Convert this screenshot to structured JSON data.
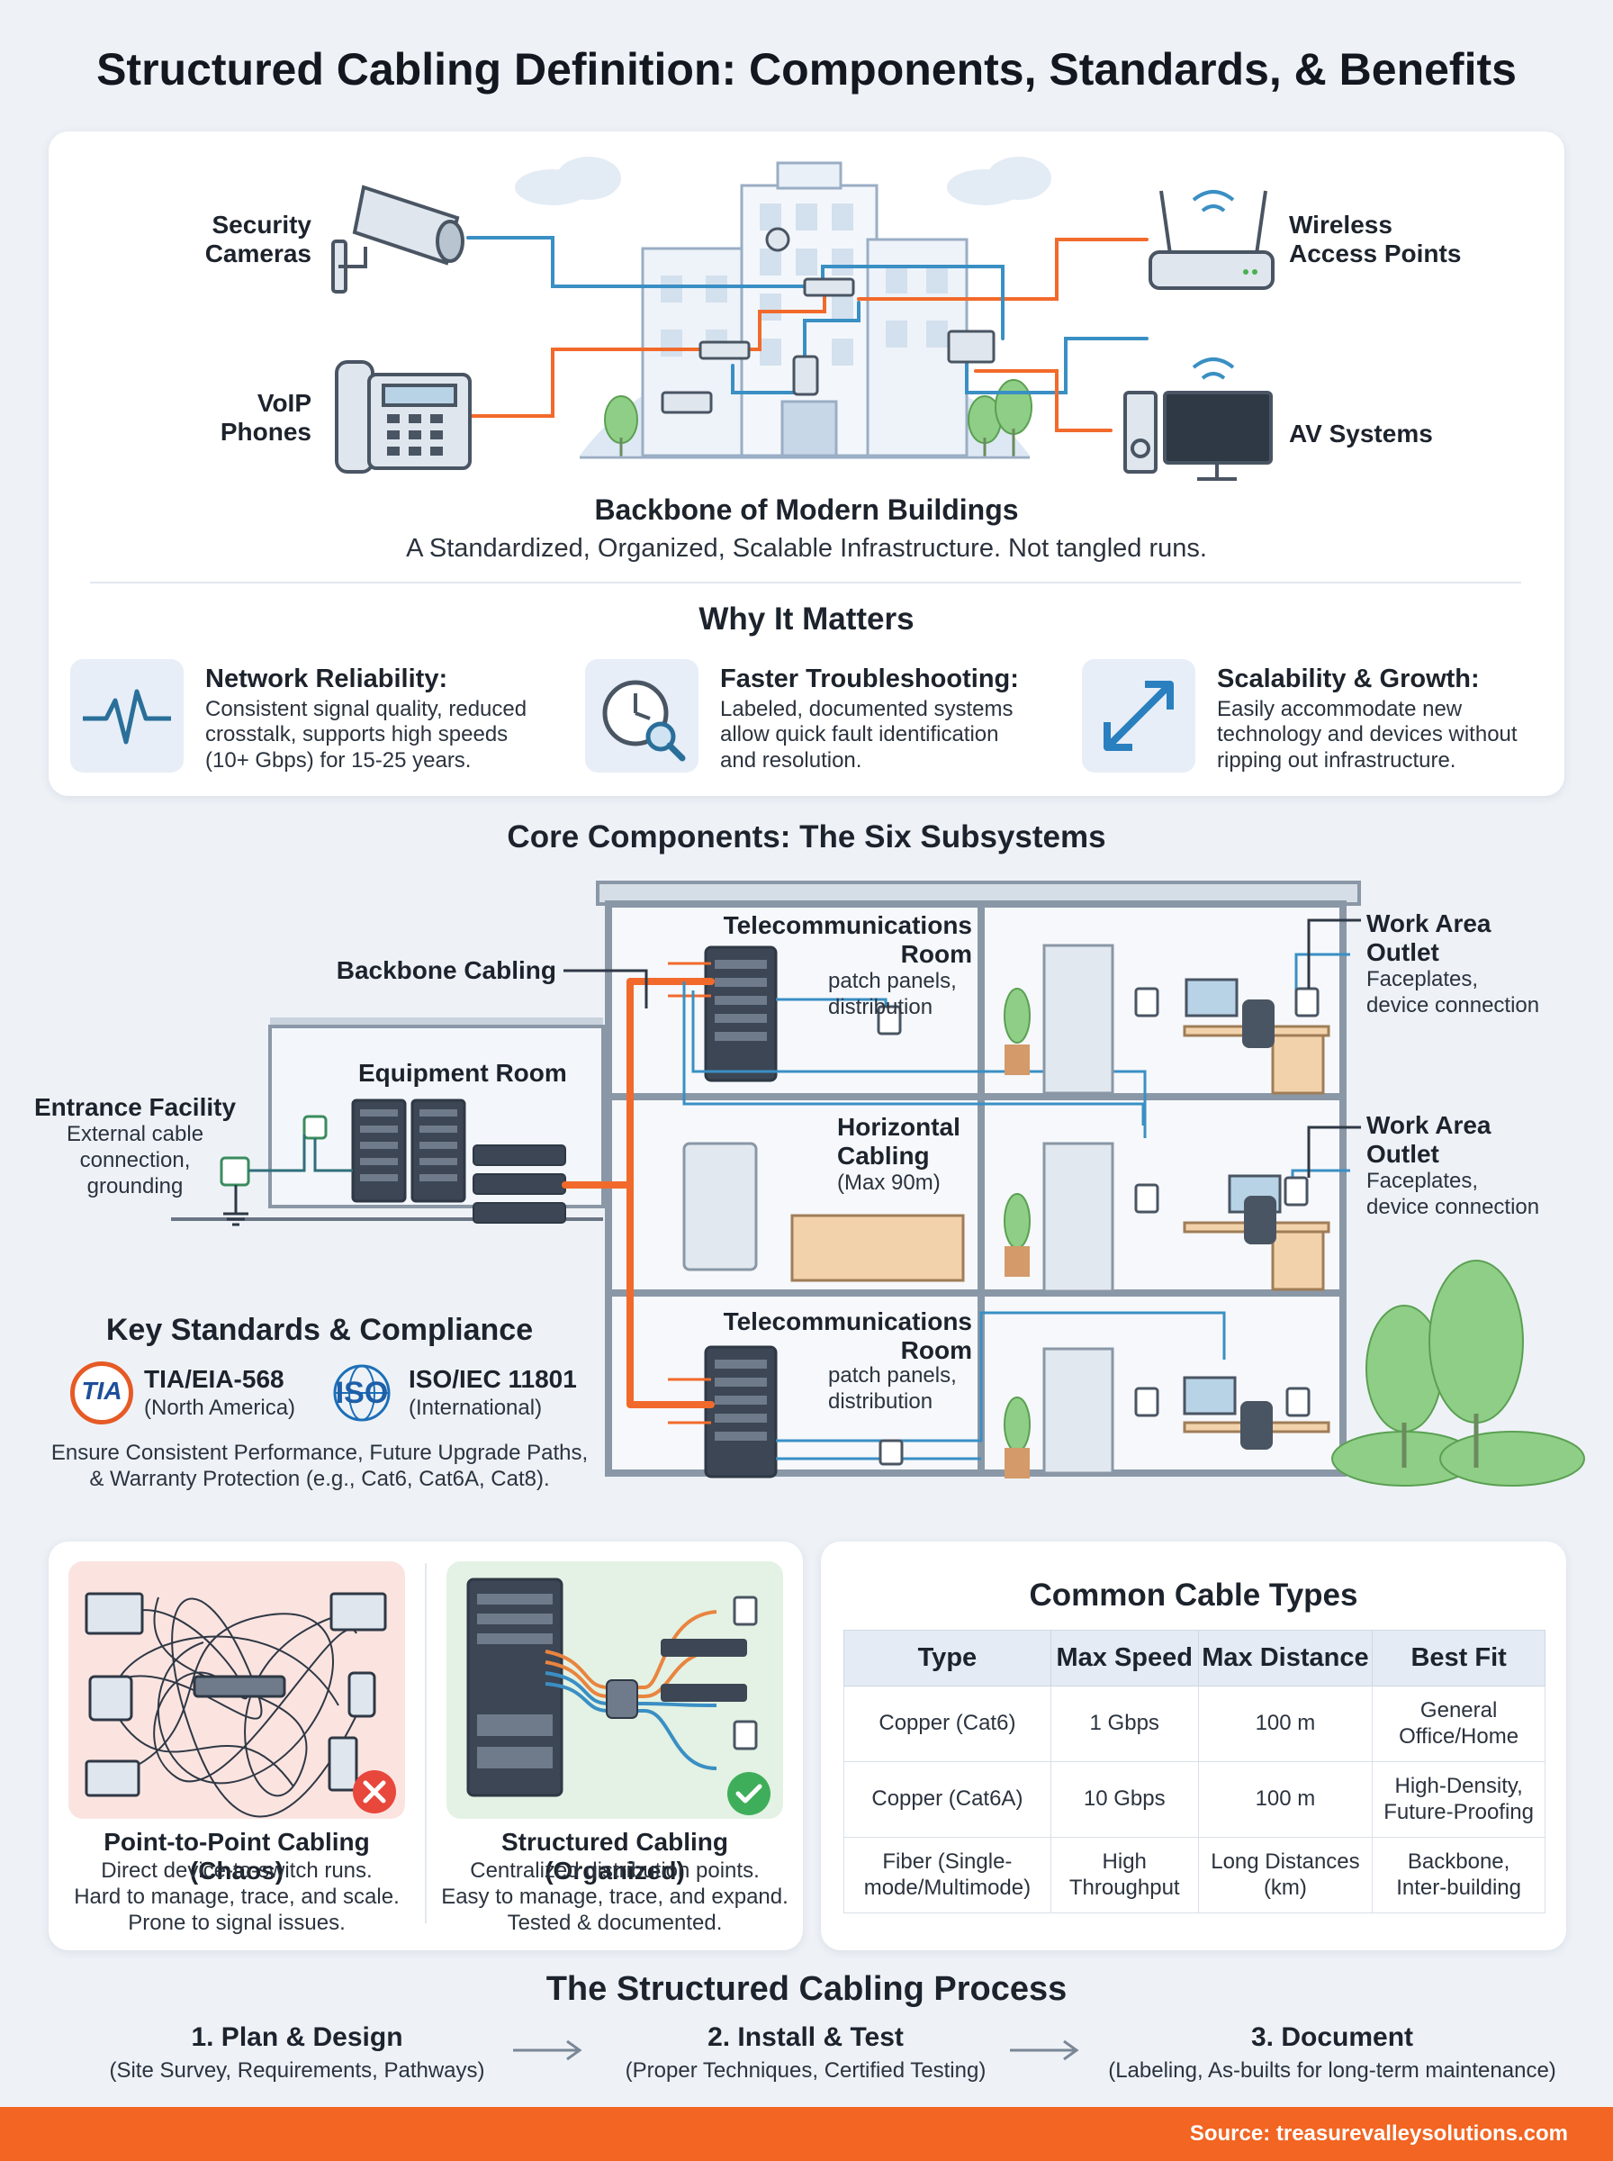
{
  "title": "Structured Cabling Definition: Components, Standards, & Benefits",
  "overview": {
    "devices": {
      "security_cameras": "Security\nCameras",
      "voip_phones": "VoIP\nPhones",
      "wireless_ap": "Wireless\nAccess Points",
      "av_systems": "AV Systems"
    },
    "heading": "Backbone of Modern Buildings",
    "tagline": "A Standardized, Organized, Scalable Infrastructure. Not tangled runs.",
    "colors": {
      "orange": "#f26a2b",
      "blue": "#3a8fc4"
    }
  },
  "why": {
    "heading": "Why It Matters",
    "items": [
      {
        "icon": "heartbeat-icon",
        "title": "Network Reliability:",
        "desc": "Consistent signal quality, reduced\ncrosstalk, supports high speeds\n(10+ Gbps) for 15-25 years."
      },
      {
        "icon": "clock-magnifier-icon",
        "title": "Faster Troubleshooting:",
        "desc": "Labeled, documented systems\nallow quick fault identification\nand resolution."
      },
      {
        "icon": "expand-arrows-icon",
        "title": "Scalability & Growth:",
        "desc": "Easily accommodate new\ntechnology and devices without\nripping out infrastructure."
      }
    ]
  },
  "core": {
    "heading": "Core Components: The Six Subsystems",
    "backbone_cabling": "Backbone Cabling",
    "equipment_room": "Equipment Room",
    "entrance_facility": {
      "title": "Entrance Facility",
      "desc": "External cable\nconnection,\ngrounding"
    },
    "telecom_room_top": {
      "title": "Telecommunications\nRoom",
      "desc": "patch panels,\ndistribution"
    },
    "horizontal_cabling": {
      "title": "Horizontal\nCabling",
      "desc": "(Max 90m)"
    },
    "telecom_room_bottom": {
      "title": "Telecommunications\nRoom",
      "desc": "patch panels,\ndistribution"
    },
    "work_area_1": {
      "title": "Work Area\nOutlet",
      "desc": "Faceplates,\ndevice connection"
    },
    "work_area_2": {
      "title": "Work Area\nOutlet",
      "desc": "Faceplates,\ndevice connection"
    }
  },
  "standards": {
    "heading": "Key Standards & Compliance",
    "tia_logo": "TIA",
    "tia": {
      "name": "TIA/EIA-568",
      "region": "(North America)"
    },
    "iso_logo": "ISO",
    "iso": {
      "name": "ISO/IEC 11801",
      "region": "(International)"
    },
    "note": "Ensure Consistent Performance, Future Upgrade Paths,\n& Warranty Protection (e.g., Cat6, Cat6A, Cat8)."
  },
  "comparison": {
    "chaos": {
      "title": "Point-to-Point Cabling (Chaos)",
      "desc": "Direct device-to-switch runs.\nHard to manage, trace, and scale.\nProne to signal issues."
    },
    "organized": {
      "title": "Structured Cabling (Organized)",
      "desc": "Centralized distribution points.\nEasy to manage, trace, and expand.\nTested & documented."
    }
  },
  "cable_types": {
    "heading": "Common Cable Types",
    "columns": [
      "Type",
      "Max Speed",
      "Max Distance",
      "Best Fit"
    ],
    "rows": [
      [
        "Copper (Cat6)",
        "1 Gbps",
        "100 m",
        "General\nOffice/Home"
      ],
      [
        "Copper (Cat6A)",
        "10 Gbps",
        "100 m",
        "High-Density,\nFuture-Proofing"
      ],
      [
        "Fiber (Single-\nmode/Multimode)",
        "High\nThroughput",
        "Long Distances\n(km)",
        "Backbone,\nInter-building"
      ]
    ]
  },
  "process": {
    "heading": "The Structured Cabling Process",
    "steps": [
      {
        "title": "1. Plan & Design",
        "desc": "(Site Survey, Requirements, Pathways)"
      },
      {
        "title": "2. Install & Test",
        "desc": "(Proper Techniques, Certified Testing)"
      },
      {
        "title": "3. Document",
        "desc": "(Labeling, As-builts for long-term maintenance)"
      }
    ]
  },
  "footer": {
    "source": "Source: treasurevalleysolutions.com"
  }
}
